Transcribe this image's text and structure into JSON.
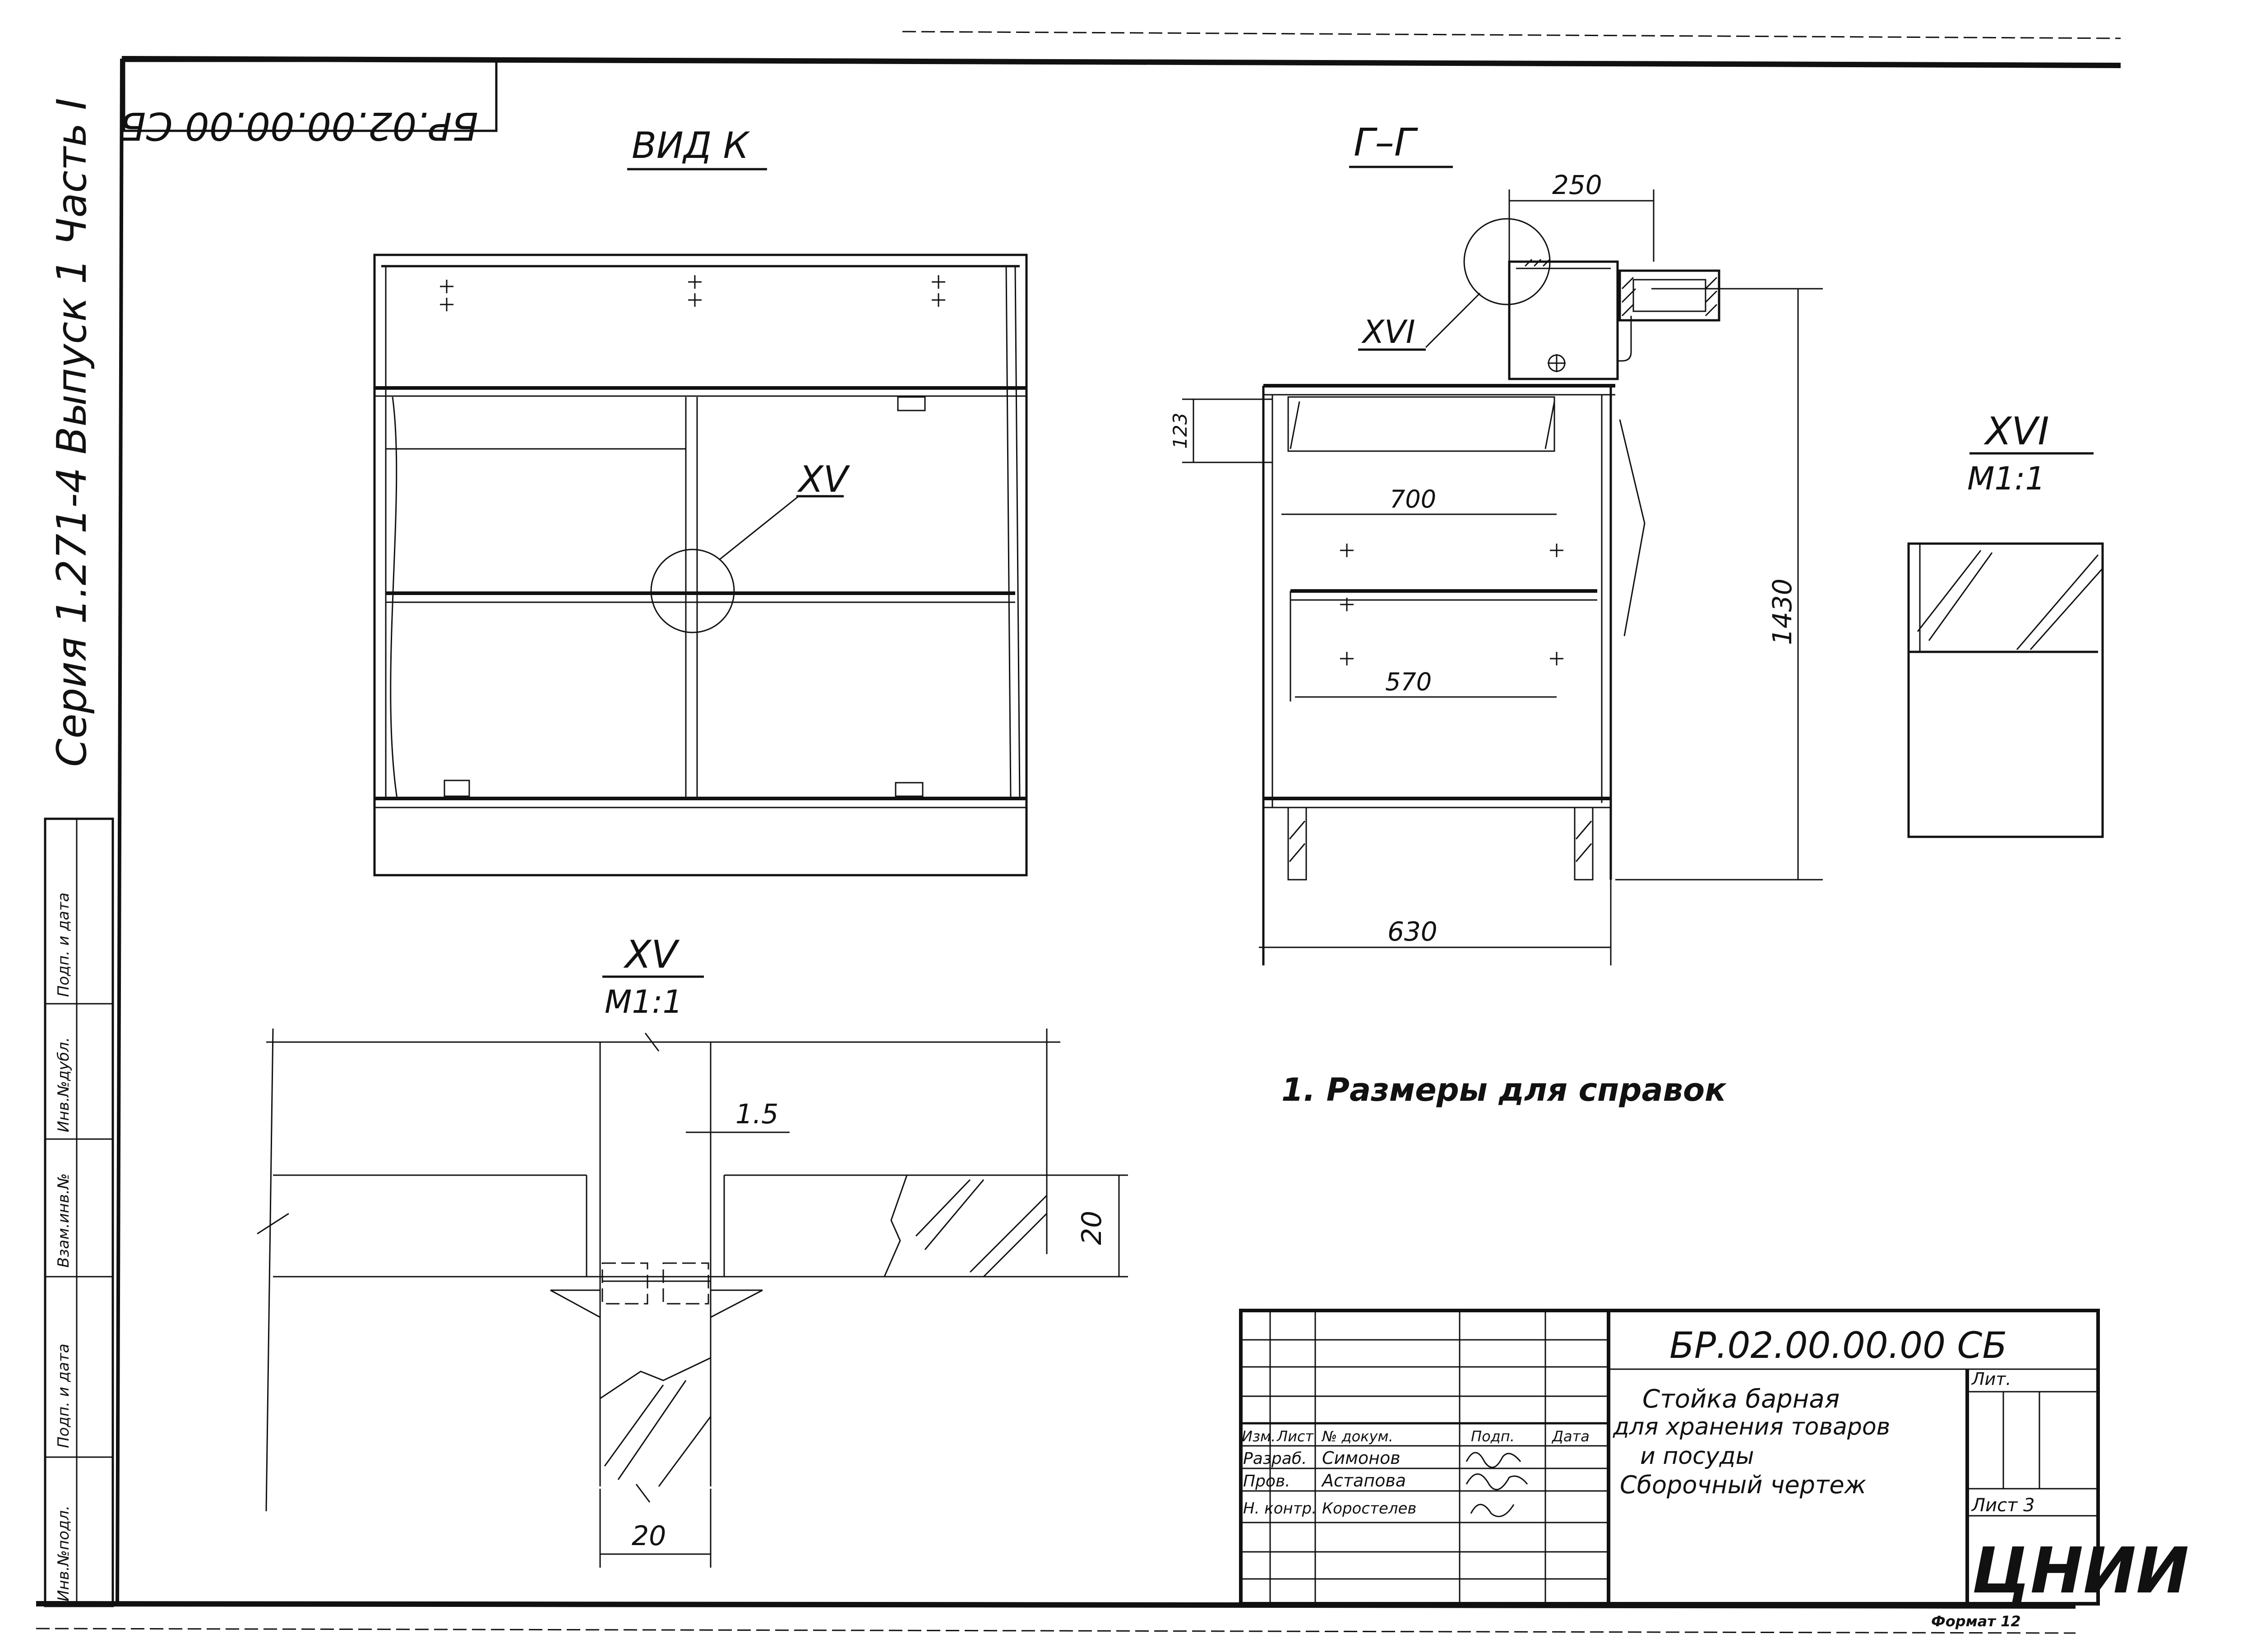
{
  "stamp": {
    "code_rotated": "БР.02.00.00.00 СБ"
  },
  "side_label": "Серия 1.271-4  Выпуск 1  Часть I",
  "left_strip": [
    "Инв.№подл.",
    "Подп. и дата",
    "Взам.инв.№",
    "Инв.№дубл.",
    "Подп. и дата"
  ],
  "views": {
    "view_k": {
      "title": "ВИД К",
      "callout": "XV"
    },
    "section_gg": {
      "title": "Г–Г",
      "callout": "XVI",
      "dim_top": "250",
      "dim_small": "123",
      "dim_inner_top": "700",
      "dim_inner_mid": "570",
      "dim_bottom": "630",
      "dim_height": "1430"
    },
    "detail_xv": {
      "title": "XV",
      "scale": "М1:1",
      "dim_gap": "1.5",
      "dim_thick": "20",
      "dim_width": "20"
    },
    "detail_xvi": {
      "title": "XVI",
      "scale": "М1:1"
    }
  },
  "notes": [
    "1. Размеры для справок"
  ],
  "title_block": {
    "doc_code": "БР.02.00.00.00 СБ",
    "title_lines": [
      "Стойка барная",
      "для хранения товаров",
      "и посуды",
      "Сборочный чертеж"
    ],
    "headers": [
      "Изм.",
      "Лист",
      "№ докум.",
      "Подп.",
      "Дата"
    ],
    "rows": [
      {
        "role": "Разраб.",
        "name": "Симонов"
      },
      {
        "role": "Пров.",
        "name": "Астапова"
      },
      {
        "role": "Н. контр.",
        "name": "Коростелев"
      }
    ],
    "lit_label": "Лит.",
    "sheet_label": "Лист 3",
    "org": "ЦНИИ",
    "format": "Формат 12"
  }
}
